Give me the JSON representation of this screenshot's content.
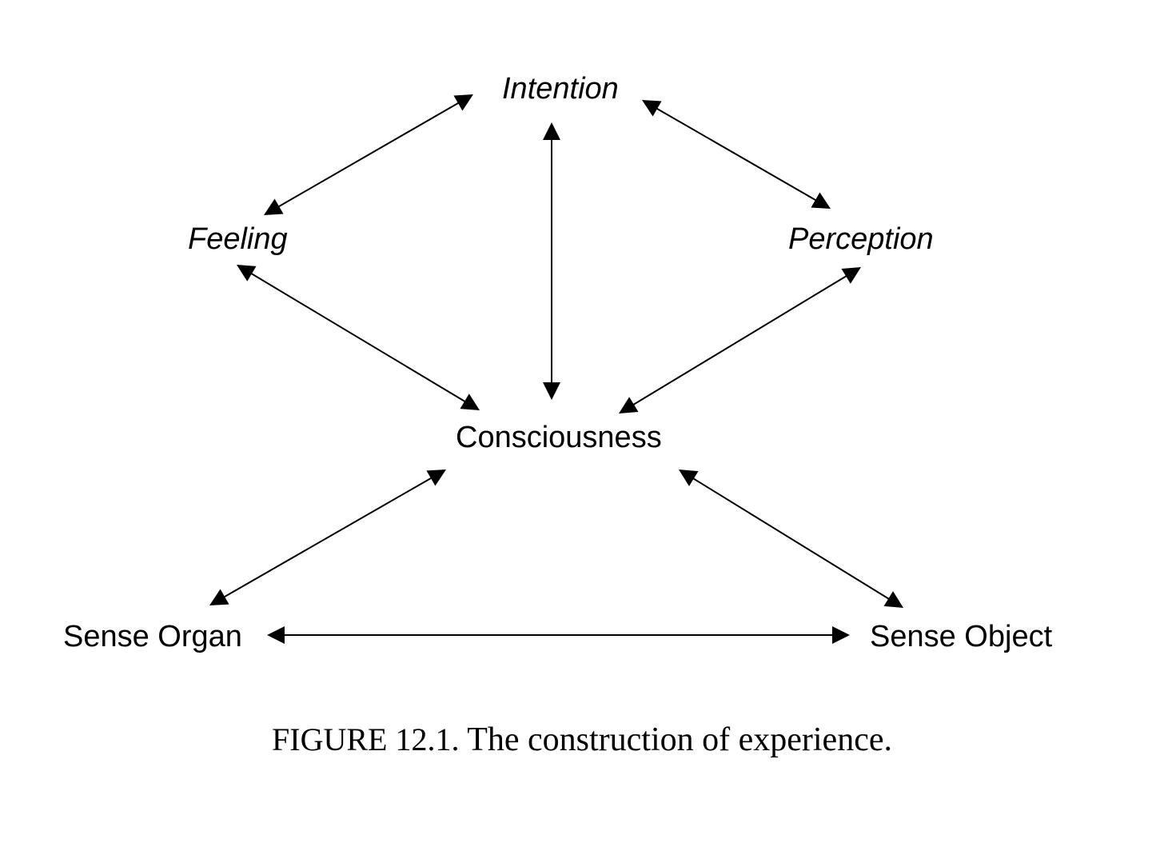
{
  "nodes": {
    "intention": "Intention",
    "feeling": "Feeling",
    "perception": "Perception",
    "consciousness": "Consciousness",
    "sense_organ": "Sense Organ",
    "sense_object": "Sense Object"
  },
  "caption": {
    "label": "FIGURE 12.1.",
    "text": "The construction of experience."
  },
  "colors": {
    "ink": "#000000",
    "background": "#ffffff"
  }
}
